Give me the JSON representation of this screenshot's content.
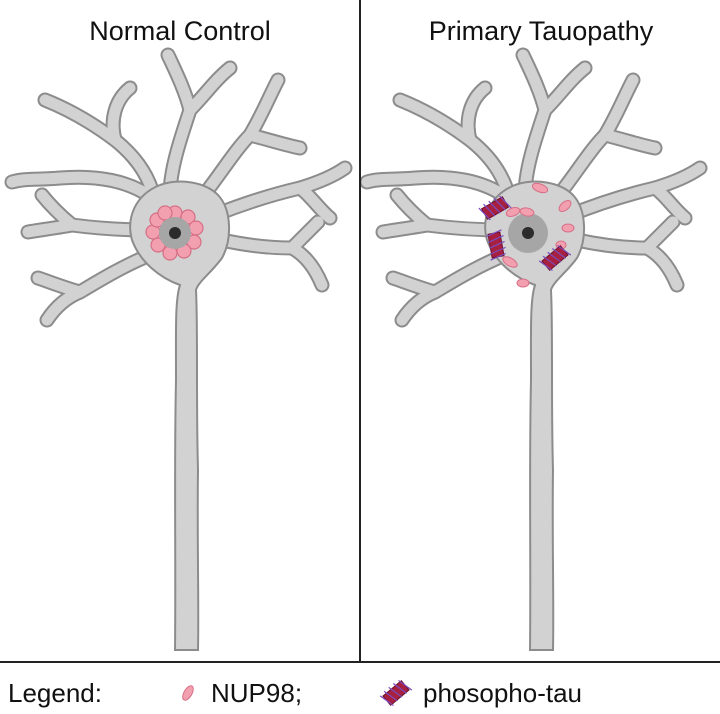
{
  "panels": {
    "left_title": "Normal Control",
    "right_title": "Primary Tauopathy"
  },
  "legend": {
    "label": "Legend:",
    "items": [
      {
        "icon": "nup98-icon",
        "label": "NUP98;"
      },
      {
        "icon": "phospho-tau-icon",
        "label": "phosopho-tau"
      }
    ]
  },
  "colors": {
    "neuron_fill": "#d2d2d2",
    "neuron_stroke": "#8c8c8c",
    "nucleus": "#a6a6a6",
    "nucleolus": "#2b2b2b",
    "nup98": "#f2a0b0",
    "nup98_stroke": "#d66f86",
    "phospho_tau": "#a8203f",
    "phospho_tau_marks": "#7a4bbf",
    "divider": "#222222"
  }
}
